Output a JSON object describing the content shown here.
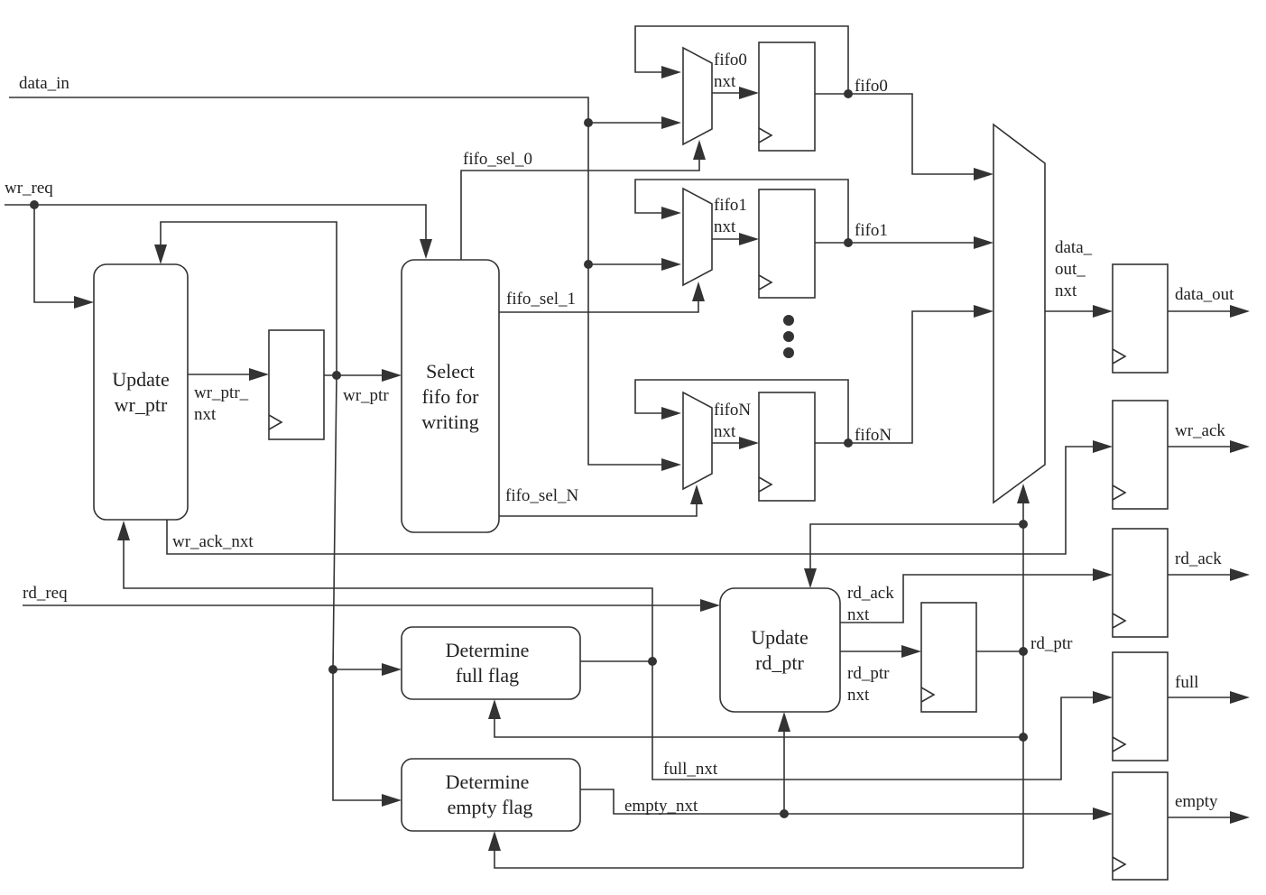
{
  "inputs": {
    "data_in": "data_in",
    "wr_req": "wr_req",
    "rd_req": "rd_req"
  },
  "outputs": {
    "data_out": "data_out",
    "wr_ack": "wr_ack",
    "rd_ack": "rd_ack",
    "full": "full",
    "empty": "empty"
  },
  "blocks": {
    "update_wr_ptr": [
      "Update",
      "wr_ptr"
    ],
    "select_fifo": [
      "Select",
      "fifo for",
      "writing"
    ],
    "determine_full": [
      "Determine",
      "full flag"
    ],
    "determine_empty": [
      "Determine",
      "empty flag"
    ],
    "update_rd_ptr": [
      "Update",
      "rd_ptr"
    ]
  },
  "signals": {
    "wr_ptr_nxt": [
      "wr_ptr_",
      "nxt"
    ],
    "wr_ptr": "wr_ptr",
    "fifo_sel_0": "fifo_sel_0",
    "fifo_sel_1": "fifo_sel_1",
    "fifo_sel_N": "fifo_sel_N",
    "wr_ack_nxt": "wr_ack_nxt",
    "fifo0_nxt": [
      "fifo0",
      "nxt"
    ],
    "fifo1_nxt": [
      "fifo1",
      "nxt"
    ],
    "fifoN_nxt": [
      "fifoN",
      "nxt"
    ],
    "fifo0": "fifo0",
    "fifo1": "fifo1",
    "fifoN": "fifoN",
    "data_out_nxt": [
      "data_",
      "out_",
      "nxt"
    ],
    "rd_ack_nxt": [
      "rd_ack",
      "nxt"
    ],
    "rd_ptr_nxt": [
      "rd_ptr",
      "nxt"
    ],
    "rd_ptr": "rd_ptr",
    "full_nxt": "full_nxt",
    "empty_nxt": "empty_nxt"
  },
  "colors": {
    "stroke": "#333333",
    "text": "#222222",
    "background": "#ffffff"
  }
}
